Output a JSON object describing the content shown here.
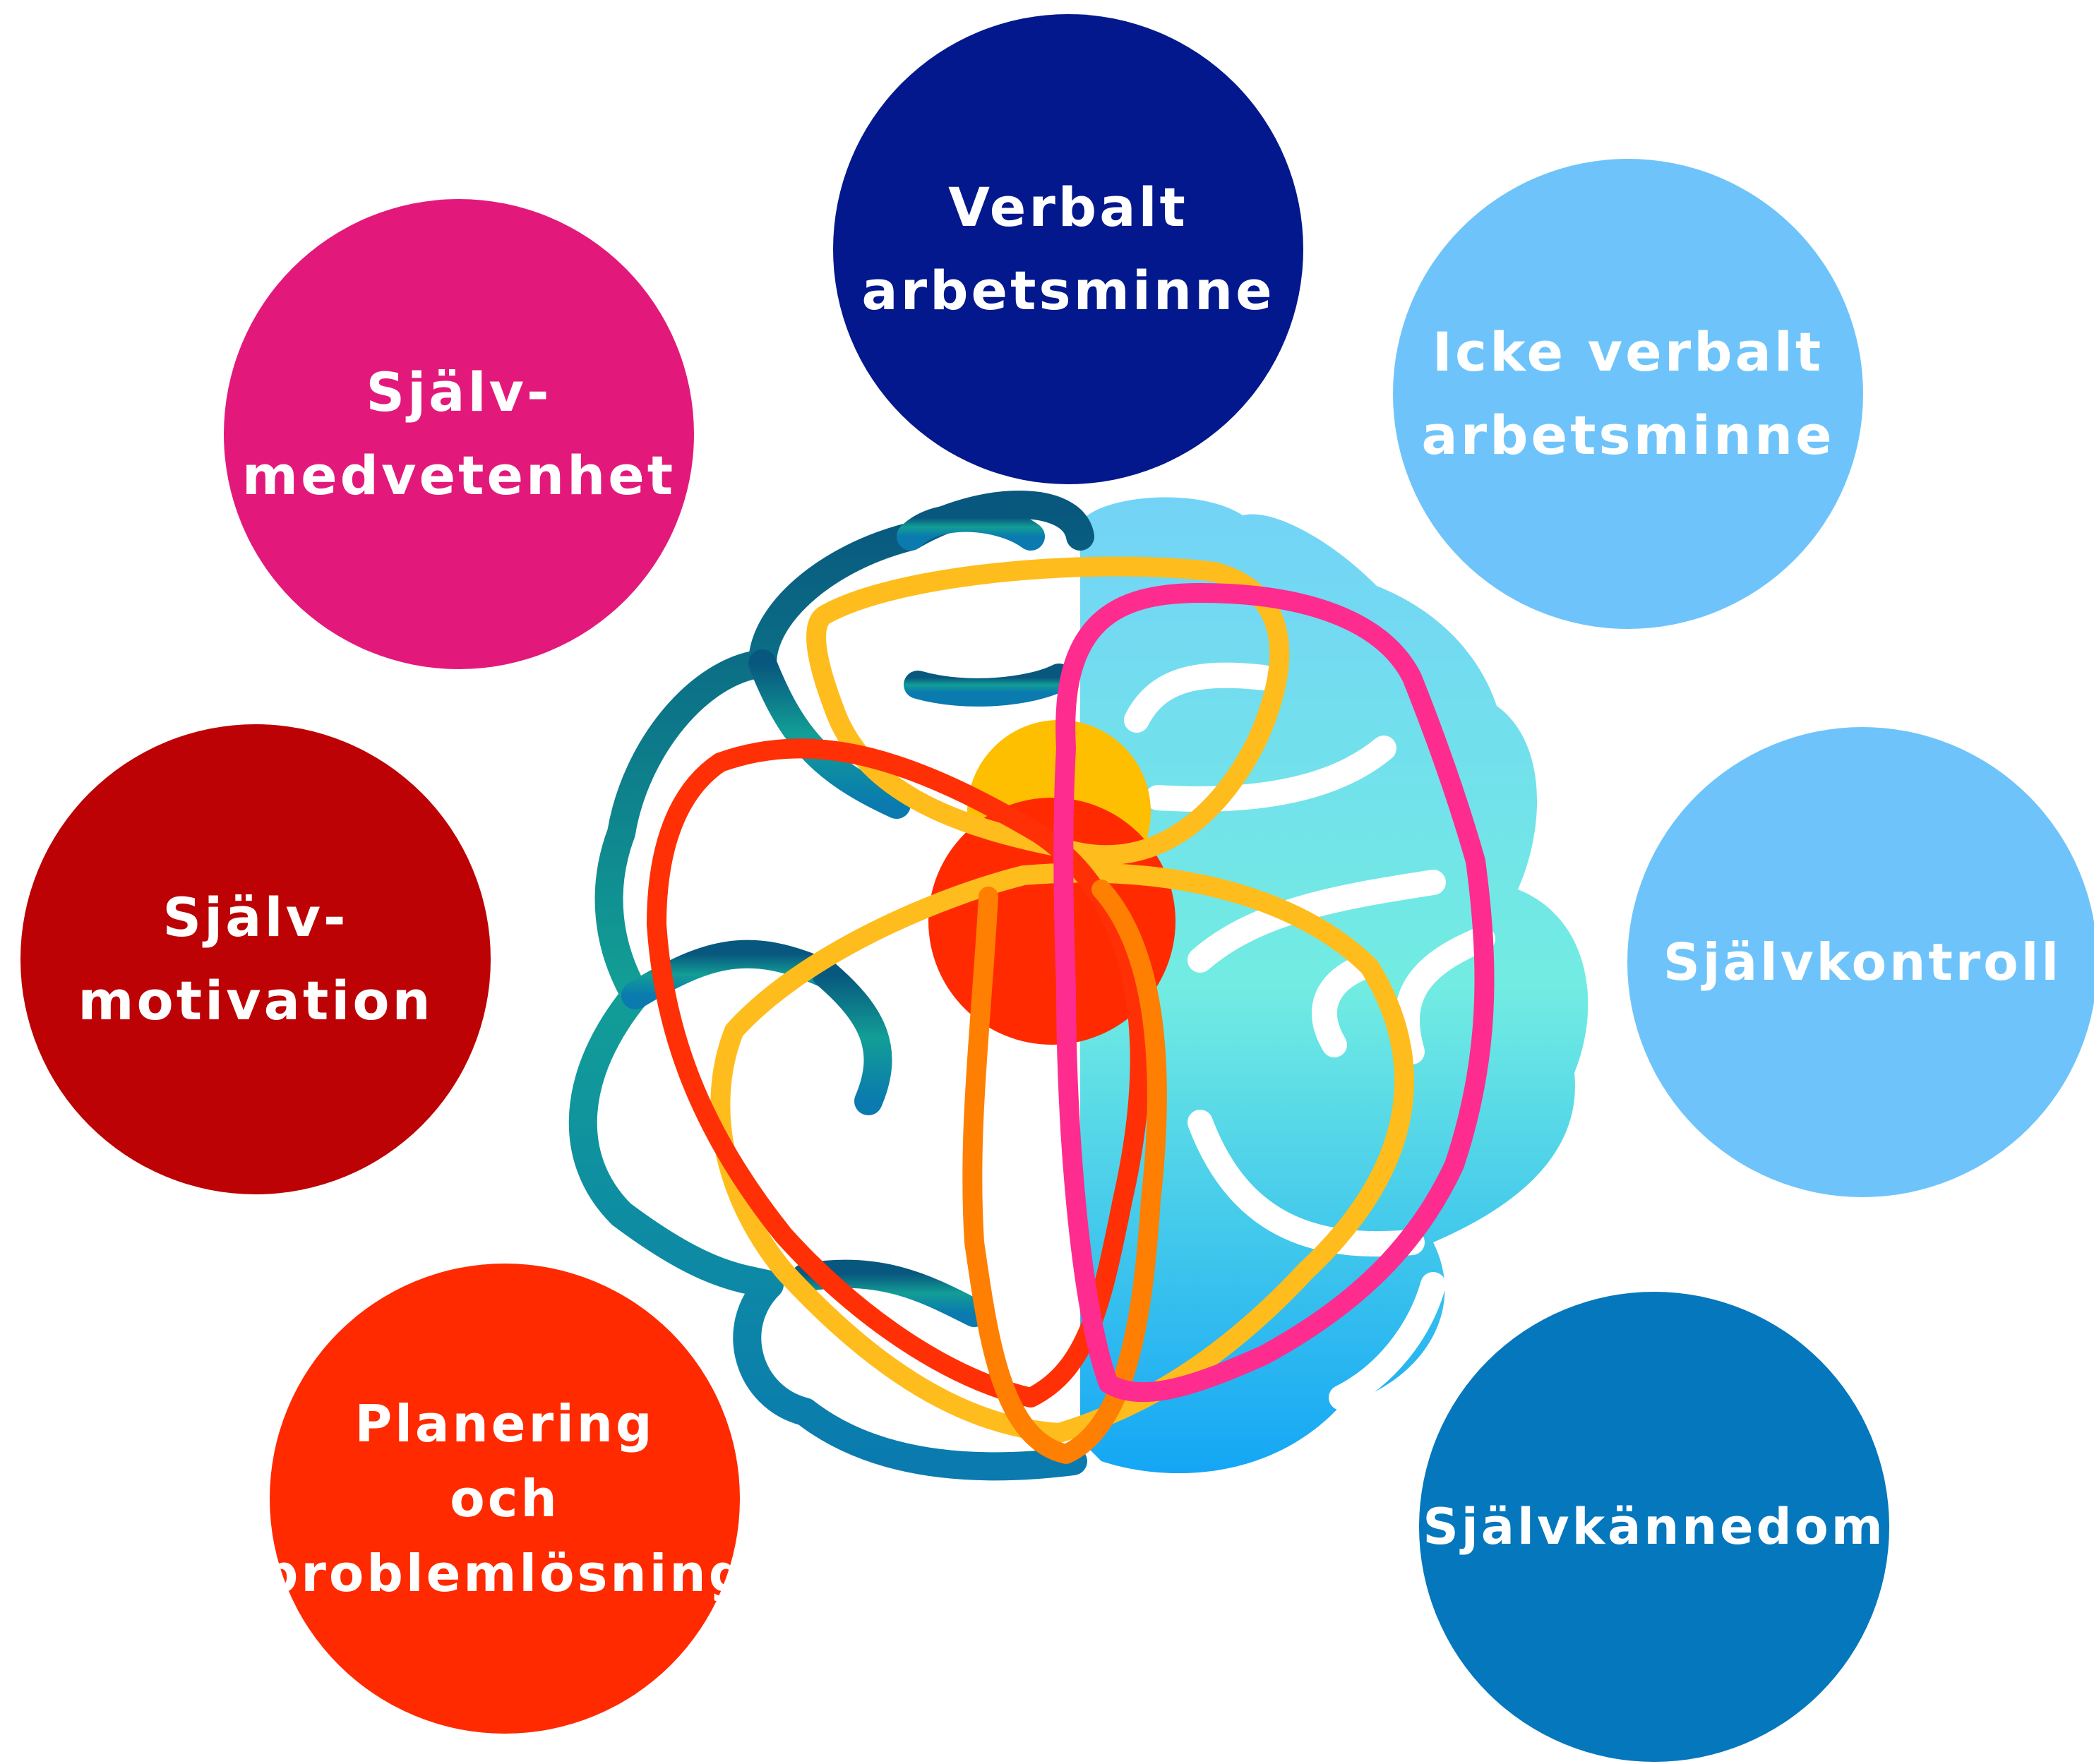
{
  "nodes": [
    {
      "id": "verbalt",
      "lines": [
        "Verbalt",
        "arbetsminne"
      ],
      "color": "#03188C"
    },
    {
      "id": "icke-verbalt",
      "lines": [
        "Icke verbalt",
        "arbetsminne"
      ],
      "color": "#6EC4FA"
    },
    {
      "id": "sjalvmedvetenhet",
      "lines": [
        "Själv-",
        "medvetenhet"
      ],
      "color": "#E2197B"
    },
    {
      "id": "sjalvmotivation",
      "lines": [
        "Själv-",
        "motivation"
      ],
      "color": "#BC0204"
    },
    {
      "id": "sjalvkontroll",
      "lines": [
        "Självkontroll"
      ],
      "color": "#6EC4FA"
    },
    {
      "id": "planering",
      "lines": [
        "Planering",
        "och",
        "problemlösning"
      ],
      "color": "#FF2A00"
    },
    {
      "id": "sjalvkannedom",
      "lines": [
        "Självkännedom"
      ],
      "color": "#0577BD"
    }
  ],
  "brain": {
    "left_colors": [
      "#08577E",
      "#129E96",
      "#0A7AAF"
    ],
    "right_colors": [
      "#73D3F7",
      "#72ECE2",
      "#14A6F5"
    ],
    "center_colors": [
      "#FDBF00",
      "#FF2A00"
    ],
    "loop_colors": [
      "#FEBD1C",
      "#FF3005",
      "#FE7F02",
      "#FE2C8F"
    ]
  }
}
